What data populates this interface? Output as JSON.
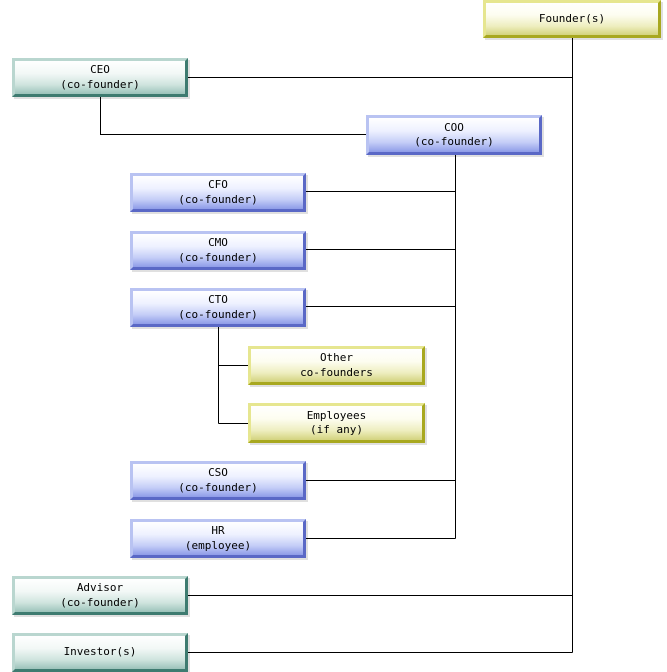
{
  "nodes": {
    "founders": {
      "line1": "Founder(s)",
      "line2": ""
    },
    "ceo": {
      "line1": "CEO",
      "line2": "(co-founder)"
    },
    "coo": {
      "line1": "COO",
      "line2": "(co-founder)"
    },
    "cfo": {
      "line1": "CFO",
      "line2": "(co-founder)"
    },
    "cmo": {
      "line1": "CMO",
      "line2": "(co-founder)"
    },
    "cto": {
      "line1": "CTO",
      "line2": "(co-founder)"
    },
    "other_cofounders": {
      "line1": "Other",
      "line2": "co-founders"
    },
    "employees": {
      "line1": "Employees",
      "line2": "(if any)"
    },
    "cso": {
      "line1": "CSO",
      "line2": "(co-founder)"
    },
    "hr": {
      "line1": "HR",
      "line2": "(employee)"
    },
    "advisor": {
      "line1": "Advisor",
      "line2": "(co-founder)"
    },
    "investors": {
      "line1": "Investor(s)",
      "line2": ""
    }
  },
  "colors": {
    "connector": "#000000",
    "teal_box": "#9cc3ba",
    "blue_box": "#8e9ce8",
    "yellow_box": "#d3d37e"
  }
}
